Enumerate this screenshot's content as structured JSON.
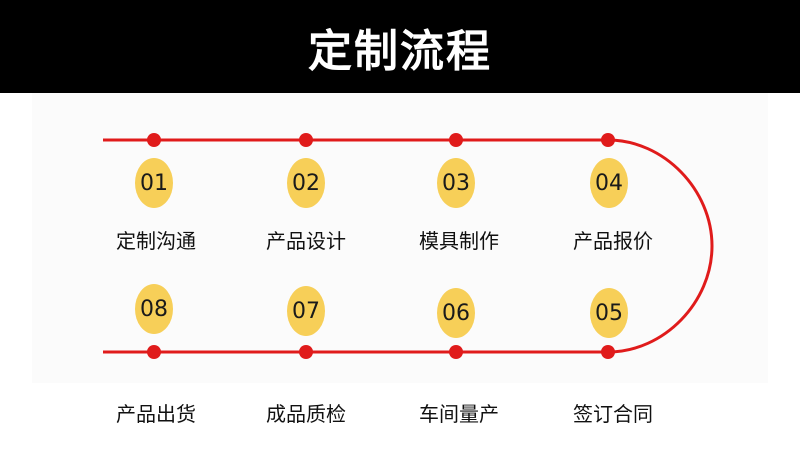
{
  "title": "定制流程",
  "colors": {
    "line": "#e01b1b",
    "badge": "#f7cf58",
    "header_bg": "#000000"
  },
  "steps": [
    {
      "num": "01",
      "label": "定制沟通"
    },
    {
      "num": "02",
      "label": "产品设计"
    },
    {
      "num": "03",
      "label": "模具制作"
    },
    {
      "num": "04",
      "label": "产品报价"
    },
    {
      "num": "05",
      "label": "签订合同"
    },
    {
      "num": "06",
      "label": "车间量产"
    },
    {
      "num": "07",
      "label": "成品质检"
    },
    {
      "num": "08",
      "label": "产品出货"
    }
  ]
}
